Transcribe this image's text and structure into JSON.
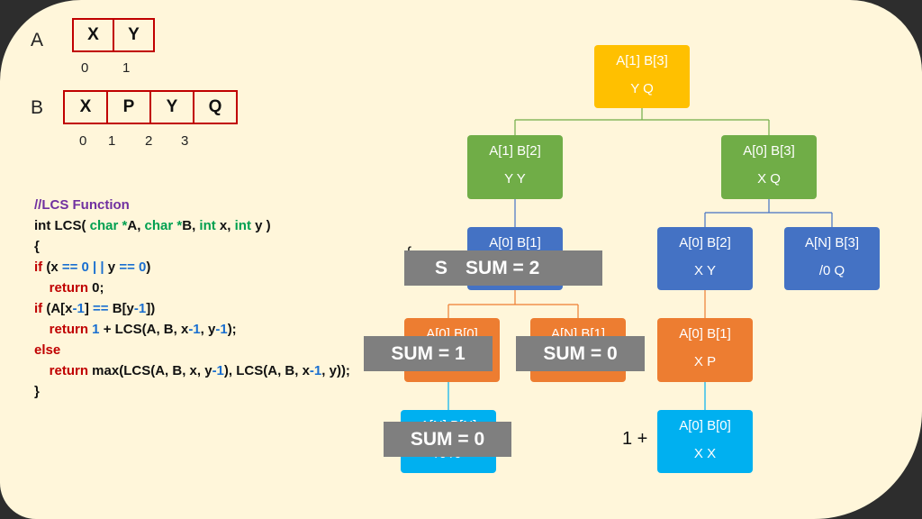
{
  "array_a": {
    "label": "A",
    "cells": [
      "X",
      "Y"
    ],
    "indices": [
      "0",
      "1"
    ]
  },
  "array_b": {
    "label": "B",
    "cells": [
      "X",
      "P",
      "Y",
      "Q"
    ],
    "indices": [
      "0",
      "1",
      "2",
      "3"
    ]
  },
  "code": {
    "comment": "//LCS Function",
    "sig_int": "int",
    "sig_name": " LCS( ",
    "sig_char1": "char *",
    "sig_A": "A, ",
    "sig_char2": "char *",
    "sig_B": "B, ",
    "sig_int2": "int",
    "sig_x": " x, ",
    "sig_int3": "int",
    "sig_y": " y )",
    "open_brace": "{",
    "if1_kw": "if",
    "if1_a": " (x ",
    "if1_eq1": "== 0",
    "if1_or": " | | ",
    "if1_b": "y ",
    "if1_eq2": "== 0",
    "if1_c": ")",
    "ret0_kw": "return",
    "ret0_val": " 0;",
    "if2_kw": "if",
    "if2_a": " (A[x",
    "if2_m1": "-1",
    "if2_b": "] ",
    "if2_eq": "==",
    "if2_c": " B[y",
    "if2_m2": "-1",
    "if2_d": "])",
    "ret1_kw": "return",
    "ret1_one": " 1",
    "ret1_a": " + LCS(A, B, x",
    "ret1_m1": "-1",
    "ret1_b": ", y",
    "ret1_m2": "-1",
    "ret1_c": ");",
    "else_kw": "else",
    "ret2_kw": "return",
    "ret2_a": " max(LCS(A, B, x, y",
    "ret2_m1": "-1",
    "ret2_b": "), LCS(A, B, x",
    "ret2_m2": "-1",
    "ret2_c": ", y));",
    "close_brace": "}"
  },
  "tree": {
    "root": {
      "l1": "A[1]  B[3]",
      "l2": "Y      Q"
    },
    "n_l": {
      "l1": "A[1]  B[2]",
      "l2": "Y      Y"
    },
    "n_r": {
      "l1": "A[0]  B[3]",
      "l2": "X      Q"
    },
    "n_ll": {
      "l1": "A[0]  B[1]"
    },
    "n_rl": {
      "l1": "A[0]  B[2]",
      "l2": "X      Y"
    },
    "n_rr": {
      "l1": "A[N]  B[3]",
      "l2": "/0      Q"
    },
    "n_lll": {
      "l1": "A[0]  B[0]"
    },
    "n_llr": {
      "l1": "A[N]  B[1]"
    },
    "n_rll": {
      "l1": "A[0]  B[1]",
      "l2": "X      P"
    },
    "n_bottom": {
      "l1": "A[N]  B[N]",
      "l2": "/0      /0"
    },
    "n_rbottom": {
      "l1": "A[0]  B[0]",
      "l2": "X      X"
    },
    "plus_label": "1 +"
  },
  "overlays": {
    "sum2_prefix": "S",
    "sum2": "SUM = 2",
    "sum1": "SUM = 1",
    "sum0_a": "SUM = 0",
    "sum0_b": "SUM = 0",
    "bracket": "{"
  },
  "colors": {
    "yellow": "#ffc000",
    "green": "#70ad47",
    "blue": "#4472c4",
    "orange": "#ed7d31",
    "cyan": "#00b0f0",
    "overlay": "#7f7f7f",
    "array_border": "#c00000"
  }
}
